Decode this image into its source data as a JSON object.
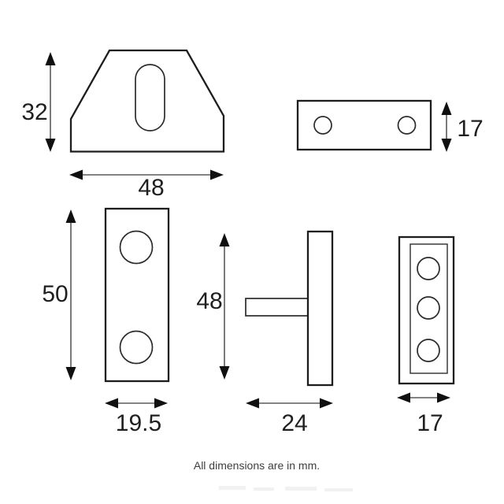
{
  "note": "All dimensions are in mm.",
  "colors": {
    "background": "#ffffff",
    "outline": "#1d1d1d",
    "arrow_head": "#101010",
    "arrow_shaft": "#5a5a5a",
    "dim_text": "#1f1f1f",
    "note_text": "#3d3d3d"
  },
  "views": {
    "bracket_front": {
      "name": "trapezoid bracket front view with slot",
      "height": "32",
      "width": "48"
    },
    "plate_top": {
      "name": "slim plate top view with two holes",
      "height": "17"
    },
    "two_hole_plate": {
      "name": "two hole plate front view",
      "height": "50",
      "width": "19.5"
    },
    "t_profile": {
      "name": "t profile side view",
      "height": "48",
      "width": "24"
    },
    "three_hole_plate": {
      "name": "three hole plate front view",
      "width": "17"
    }
  }
}
